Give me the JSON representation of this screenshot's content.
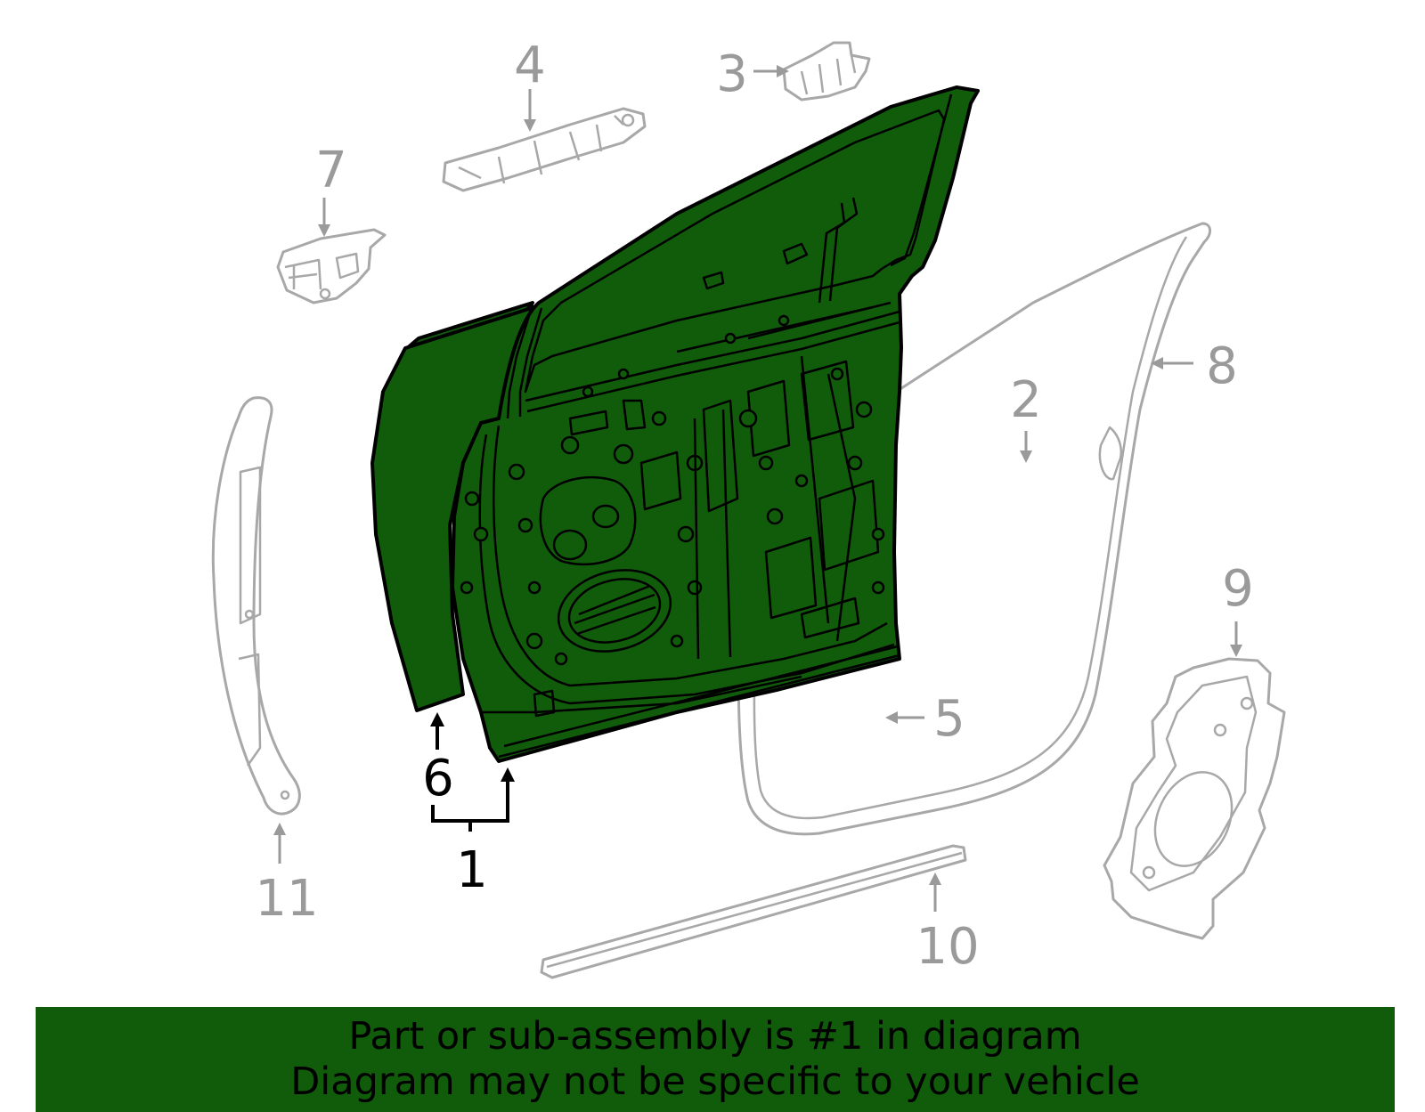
{
  "callouts": {
    "c1": "1",
    "c2": "2",
    "c3": "3",
    "c4": "4",
    "c5": "5",
    "c6": "6",
    "c7": "7",
    "c8": "8",
    "c9": "9",
    "c10": "10",
    "c11": "11"
  },
  "banner": {
    "line1": "Part or sub-assembly is #1 in diagram",
    "line2": "Diagram may not be specific to your vehicle"
  },
  "colors": {
    "highlight": "#115c0b",
    "banner_bg": "#115c0b",
    "outline_gray": "#a8a8a8",
    "callout_gray": "#9a9a9a"
  }
}
